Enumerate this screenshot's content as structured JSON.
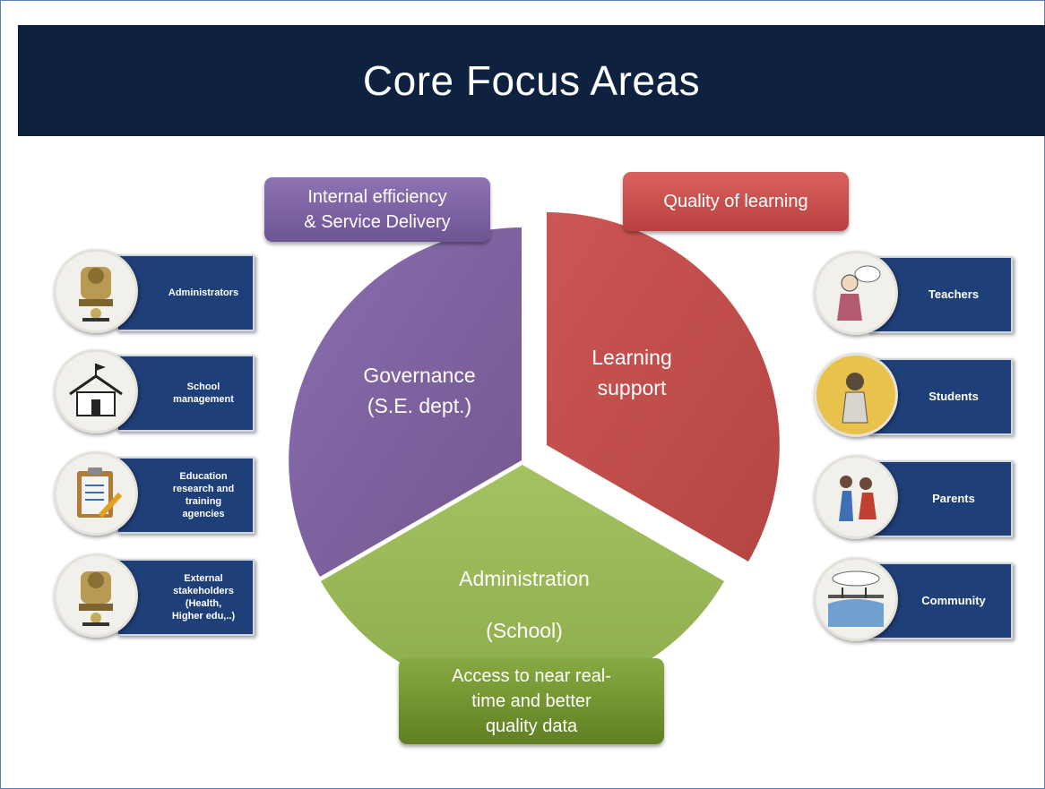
{
  "title": "Core Focus Areas",
  "colors": {
    "purple": "#7f63a1",
    "red": "#c0504d",
    "green": "#9bbb59",
    "navy": "#0e2240",
    "box": "#1e3f78"
  },
  "segments": {
    "governance": {
      "line1": "Governance",
      "line2": "(S.E. dept.)"
    },
    "learning": {
      "line1": "Learning",
      "line2": "support"
    },
    "administration": {
      "line1": "Administration",
      "line2": "(School)"
    }
  },
  "tags": {
    "internal": {
      "line1": "Internal efficiency",
      "line2": "& Service Delivery"
    },
    "quality": {
      "line1": "Quality of learning"
    },
    "access": {
      "line1": "Access to near real-",
      "line2": "time and better",
      "line3": "quality data"
    }
  },
  "left_stakeholders": [
    {
      "icon": "emblem-icon",
      "line1": "Administrators"
    },
    {
      "icon": "school-icon",
      "line1": "School",
      "line2": "management"
    },
    {
      "icon": "clipboard-icon",
      "line1": "Education",
      "line2": "research and",
      "line3": "training",
      "line4": "agencies"
    },
    {
      "icon": "emblem-icon",
      "line1": "External",
      "line2": "stakeholders",
      "line3": "(Health,",
      "line4": "Higher edu,..)"
    }
  ],
  "right_stakeholders": [
    {
      "icon": "teacher-icon",
      "line1": "Teachers"
    },
    {
      "icon": "student-icon",
      "line1": "Students"
    },
    {
      "icon": "parents-icon",
      "line1": "Parents"
    },
    {
      "icon": "community-icon",
      "line1": "Community"
    }
  ]
}
